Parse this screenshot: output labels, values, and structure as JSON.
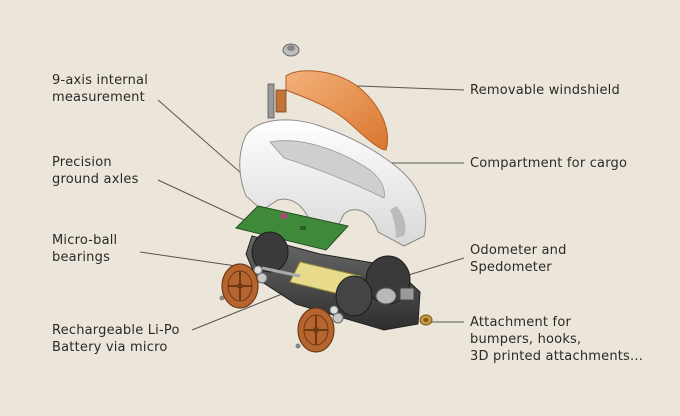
{
  "labels": {
    "imu": [
      "9-axis internal",
      "measurement"
    ],
    "windshield": [
      "Removable windshield"
    ],
    "axles": [
      "Precision",
      "ground axles"
    ],
    "cargo": [
      "Compartment for cargo"
    ],
    "bearings": [
      "Micro-ball",
      "bearings"
    ],
    "odometer": [
      "Odometer and",
      "Spedometer"
    ],
    "battery": [
      "Rechargeable Li-Po",
      "Battery via micro"
    ],
    "attachment": [
      "Attachment for",
      "bumpers, hooks,",
      "3D printed attachments..."
    ]
  },
  "colors": {
    "background": "#ece6da",
    "text": "#2a2a2a",
    "leader": "#555555",
    "shell": "#f2f2f2",
    "windshield": "#e8924a",
    "pcb": "#3f8a3a",
    "battery": "#e8dc8c",
    "wheel": "#b5652d",
    "chassis": "#4a4a4a"
  }
}
